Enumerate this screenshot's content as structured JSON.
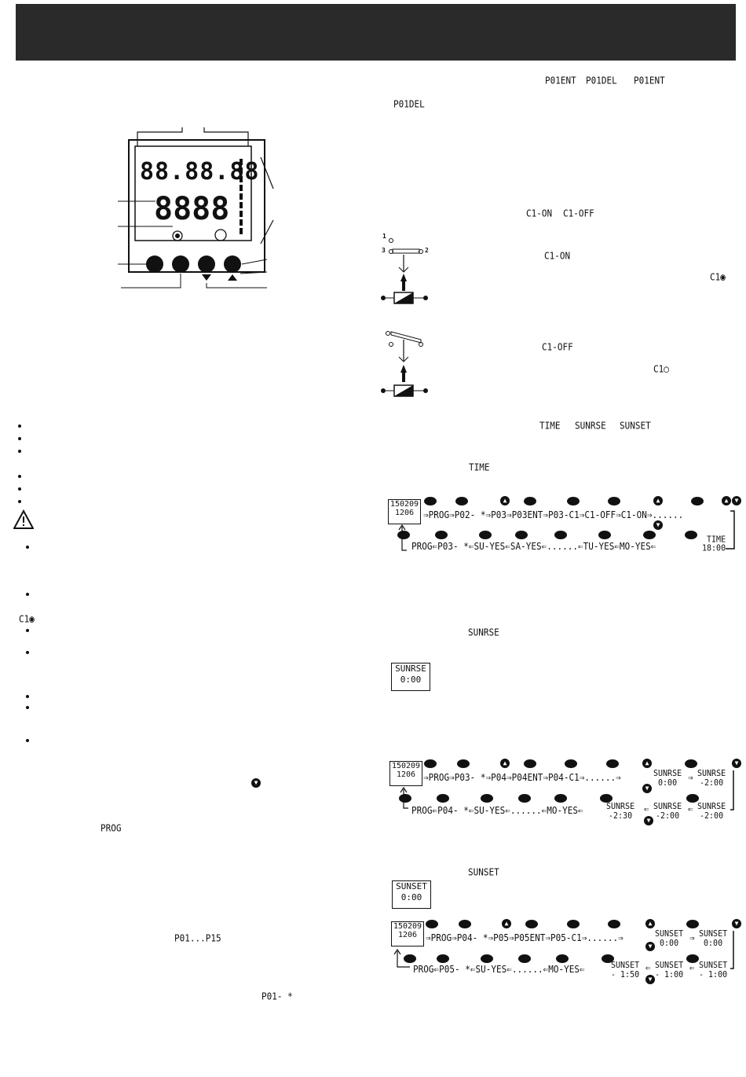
{
  "labels": {
    "p01ent": "P01ENT",
    "p01del_a": "P01DEL",
    "p01ent_b": "P01ENT",
    "p01del_b": "P01DEL",
    "c1on": "C1-ON",
    "c1off": "C1-OFF",
    "c1on_2": "C1-ON",
    "c1off_2": "C1-OFF",
    "c1_on_symbol": "C1◉",
    "c1_off_symbol": "C1○",
    "time": "TIME",
    "sunrse": "SUNRSE",
    "sunset": "SUNSET",
    "time_2": "TIME",
    "sunrse_2": "SUNRSE",
    "sunset_2": "SUNSET",
    "prog": "PROG",
    "p01_p15": "P01...P15",
    "p01_star": "P01-  *",
    "c1_left": "C1◉"
  },
  "device": {
    "lcd_top_row": "88.88.88",
    "lcd_big_digits": "8888",
    "contact_1": "1",
    "contact_2": "2",
    "contact_3": "3"
  },
  "flow_time": {
    "lcd_line1": "150209",
    "lcd_line2": "1206",
    "top": [
      "PROG",
      "P02-",
      "*",
      "P03",
      "P03ENT",
      "P03-C1",
      "C1-OFF",
      "C1-ON"
    ],
    "bottom": [
      "PROG",
      "P03-",
      "*",
      "SU-YES",
      "SA-YES",
      "TU-YES",
      "MO-YES",
      "TIME",
      "18:00"
    ]
  },
  "sunrise_box": {
    "line1": "SUNRSE",
    "line2": "0:00"
  },
  "flow_sunrise": {
    "lcd_line1": "150209",
    "lcd_line2": "1206",
    "top": [
      "PROG",
      "P03-",
      "*",
      "P04",
      "P04ENT",
      "P04-C1",
      "SUNRSE",
      "0:00",
      "SUNRSE",
      "-2:00"
    ],
    "bottom": [
      "PROG",
      "P04-",
      "*",
      "SU-YES",
      "MO-YES",
      "SUNRSE",
      "-2:30",
      "SUNRSE",
      "-2:00",
      "SUNRSE",
      "-2:00"
    ]
  },
  "sunset_box": {
    "line1": "SUNSET",
    "line2": "0:00"
  },
  "flow_sunset": {
    "lcd_line1": "150209",
    "lcd_line2": "1206",
    "top": [
      "PROG",
      "P04-",
      "*",
      "P05",
      "P05ENT",
      "P05-C1",
      "SUNSET",
      "0:00",
      "SUNSET",
      "0:00"
    ],
    "bottom": [
      "PROG",
      "P05-",
      "*",
      "SU-YES",
      "MO-YES",
      "SUNSET",
      "- 1:50",
      "SUNSET",
      "- 1:00",
      "SUNSET",
      "- 1:00"
    ]
  },
  "icons": {
    "warning": "warning-triangle-icon",
    "down": "arrow-down-icon",
    "up": "arrow-up-icon"
  }
}
